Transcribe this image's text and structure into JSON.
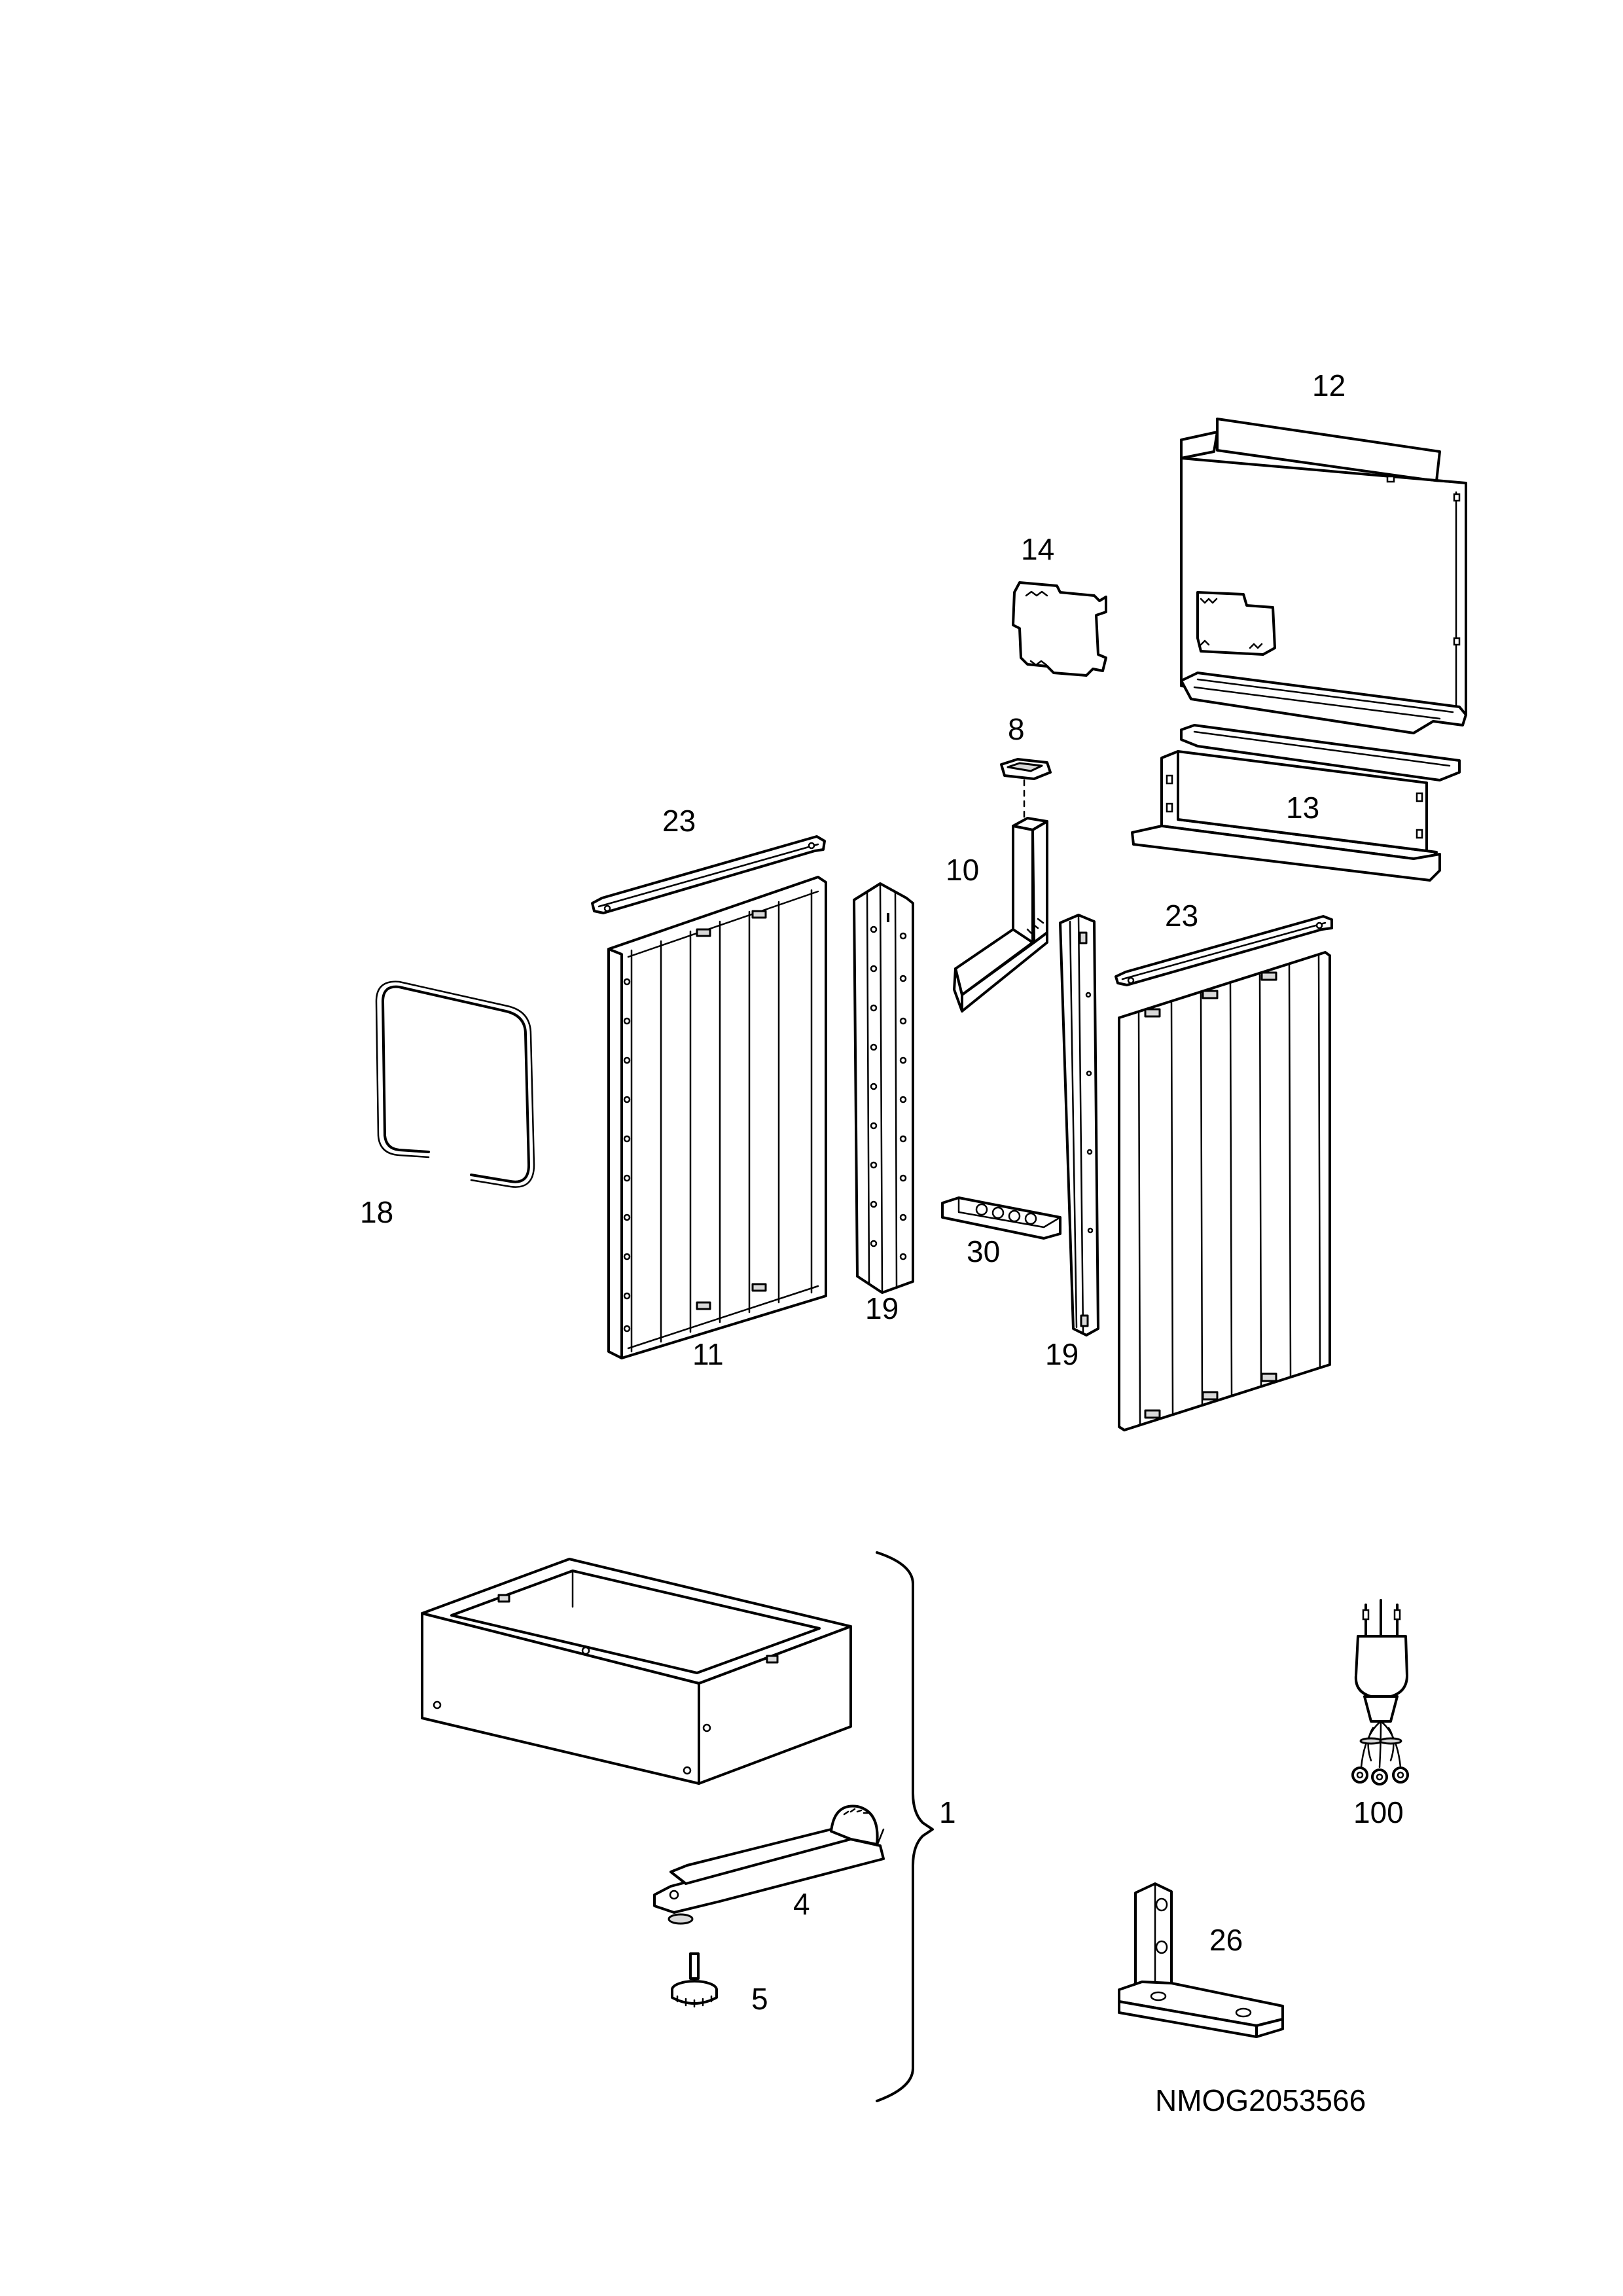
{
  "callouts": {
    "p12": "12",
    "p14": "14",
    "p8": "8",
    "p13": "13",
    "p10": "10",
    "p23_left": "23",
    "p23_right": "23",
    "p18": "18",
    "p11": "11",
    "p19_left": "19",
    "p19_right": "19",
    "p30": "30",
    "p1": "1",
    "p4": "4",
    "p5": "5",
    "p26": "26",
    "p100": "100"
  },
  "drawing_code": "NMOG2053566"
}
